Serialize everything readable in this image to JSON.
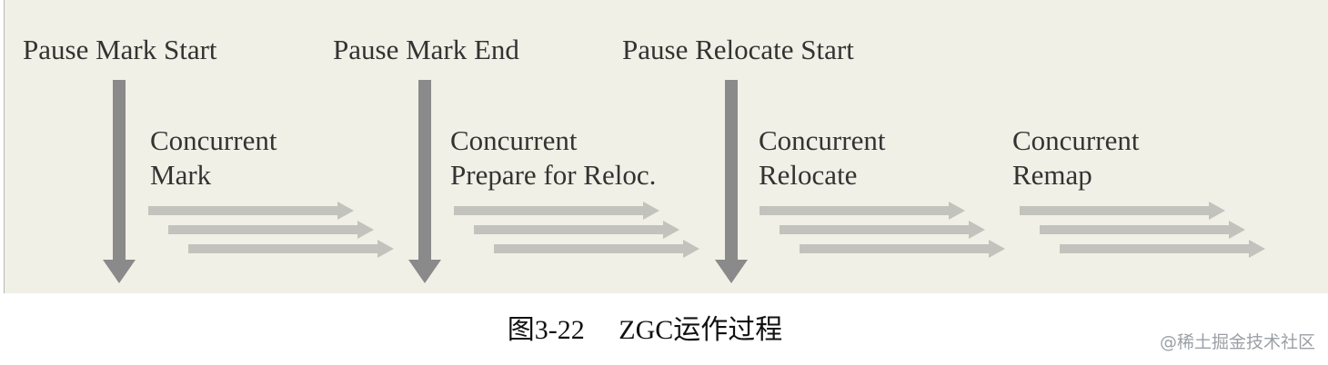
{
  "pauses": [
    {
      "label": "Pause Mark Start"
    },
    {
      "label": "Pause Mark End"
    },
    {
      "label": "Pause Relocate Start"
    }
  ],
  "concurrent_phases": [
    {
      "line1": "Concurrent",
      "line2": "Mark"
    },
    {
      "line1": "Concurrent",
      "line2": "Prepare for Reloc."
    },
    {
      "line1": "Concurrent",
      "line2": "Relocate"
    },
    {
      "line1": "Concurrent",
      "line2": "Remap"
    }
  ],
  "caption": "图3-22　 ZGC运作过程",
  "watermark": "@稀土掘金技术社区",
  "colors": {
    "panel_background": "#f1f0e6",
    "pause_arrow": "#8a8a8a",
    "concurrent_arrow": "#c3c3bd",
    "text": "#333333"
  }
}
